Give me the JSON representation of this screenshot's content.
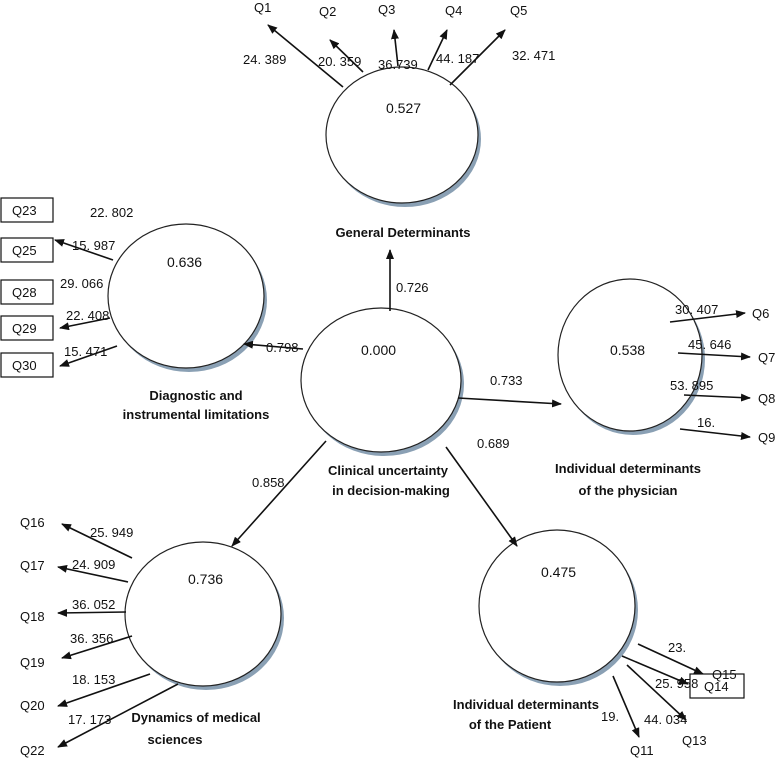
{
  "constructs": {
    "general": {
      "r2": "0.527",
      "title": [
        "General Determinants"
      ]
    },
    "diagnostic": {
      "r2": "0.636",
      "title": [
        "Diagnostic and",
        "instrumental limitations"
      ]
    },
    "clinical": {
      "r2": "0.000",
      "title": [
        "Clinical uncertainty",
        "in decision-making"
      ]
    },
    "physician": {
      "r2": "0.538",
      "title": [
        "Individual determinants",
        "of the physician"
      ]
    },
    "dynamics": {
      "r2": "0.736",
      "title": [
        "Dynamics of medical",
        "sciences"
      ]
    },
    "patient": {
      "r2": "0.475",
      "title": [
        "Individual determinants",
        "of the Patient"
      ]
    }
  },
  "paths": {
    "general": "0.726",
    "diagnostic": "0.798",
    "physician": "0.733",
    "dynamics": "0.858",
    "patient": "0.689"
  },
  "indicators": {
    "general": [
      {
        "item": "Q1",
        "weight": "24. 389"
      },
      {
        "item": "Q2",
        "weight": "20. 359"
      },
      {
        "item": "Q3",
        "weight": "36.739"
      },
      {
        "item": "Q4",
        "weight": "44. 187"
      },
      {
        "item": "Q5",
        "weight": "32. 471"
      }
    ],
    "diagnostic": [
      {
        "item": "Q23",
        "weight": "22. 802"
      },
      {
        "item": "Q25",
        "weight": "15. 987"
      },
      {
        "item": "Q28",
        "weight": "29. 066"
      },
      {
        "item": "Q29",
        "weight": "22. 408"
      },
      {
        "item": "Q30",
        "weight": "15. 471"
      }
    ],
    "physician": [
      {
        "item": "Q6",
        "weight": "30. 407"
      },
      {
        "item": "Q7",
        "weight": "45. 646"
      },
      {
        "item": "Q8",
        "weight": "53. 895"
      },
      {
        "item": "Q9",
        "weight": "16."
      }
    ],
    "dynamics": [
      {
        "item": "Q16",
        "weight": "25. 949"
      },
      {
        "item": "Q17",
        "weight": "24. 909"
      },
      {
        "item": "Q18",
        "weight": "36. 052"
      },
      {
        "item": "Q19",
        "weight": "36. 356"
      },
      {
        "item": "Q20",
        "weight": "18. 153"
      },
      {
        "item": "Q22",
        "weight": "17. 173"
      }
    ],
    "patient": [
      {
        "item": "Q15",
        "weight": "23."
      },
      {
        "item": "Q14",
        "weight": "25. 958"
      },
      {
        "item": "Q13",
        "weight": "44. 034"
      },
      {
        "item": "Q11",
        "weight": "19."
      }
    ]
  }
}
